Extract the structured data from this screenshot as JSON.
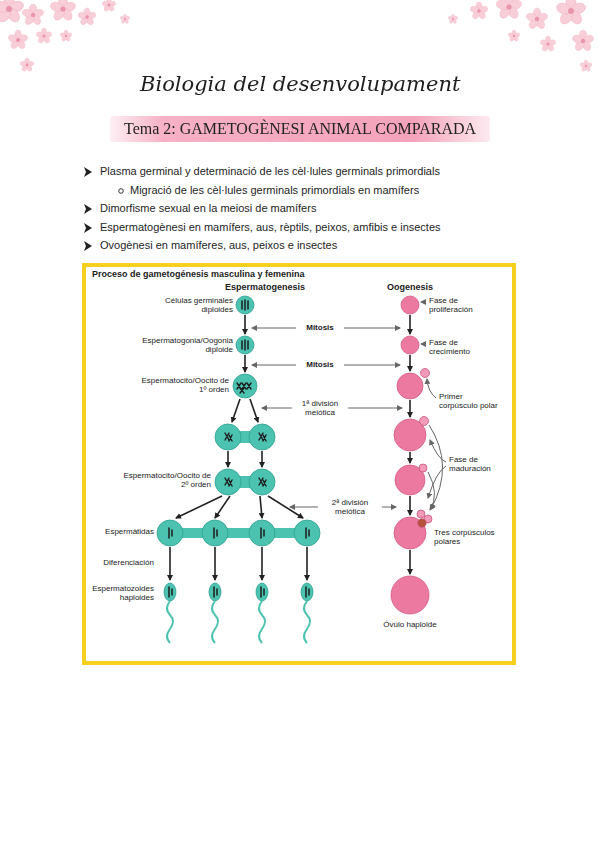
{
  "diagram": {
    "title": "Biologia del desenvolupament",
    "nodes": [
      {
        "text": [
          "Tema 2: GAMETOGÈNESI ANIMAL COMPARADA"
        ]
      },
      {
        "text": [
          "Proceso de gametogénesis masculina y femenina"
        ]
      }
    ],
    "labels": [
      "Plasma germinal y determinació de les cèl·lules germinals primordials",
      "Migració de les cèl·lules germinals primordials en mamífers",
      "Dimorfisme sexual en la meiosi de mamífers",
      "Espermatogènesi en mamífers, aus, rèptils, peixos, amfibis e insectes",
      "Ovogènesi en mamíferes, aus, peixos e insectes",
      "Espermatogenesis",
      "Oogenesis",
      "Células germinales diploides",
      "Fase de proliferación",
      "Mitosis",
      "Espermatogonia/Oogonia diploide",
      "Mitosis",
      "Fase de crecimiento",
      "Espermatocito/Oocito de 1º orden",
      "1ª división meiótica",
      "Primer corpúsculo polar",
      "Espermatocito/Oocito de 2º orden",
      "Fase de maduración",
      "2ª división meiótica",
      "Espermátidas",
      "Tres corpúsculos polares",
      "Diferenciación",
      "Espermatozoides haploides",
      "Óvulo haploide"
    ]
  }
}
